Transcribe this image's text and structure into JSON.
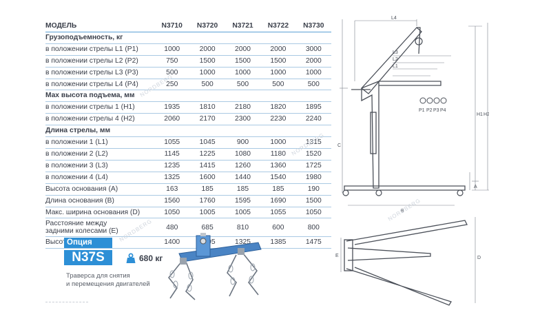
{
  "table": {
    "header": {
      "label": "МОДЕЛЬ",
      "models": [
        "N3710",
        "N3720",
        "N3721",
        "N3722",
        "N3730"
      ]
    },
    "rows": [
      {
        "label": "Грузоподъемность, кг",
        "section": true
      },
      {
        "label": "в положении стрелы L1 (P1)",
        "values": [
          "1000",
          "2000",
          "2000",
          "2000",
          "3000"
        ]
      },
      {
        "label": "в положении стрелы L2 (P2)",
        "values": [
          "750",
          "1500",
          "1500",
          "1500",
          "2000"
        ]
      },
      {
        "label": "в положении стрелы L3 (P3)",
        "values": [
          "500",
          "1000",
          "1000",
          "1000",
          "1000"
        ]
      },
      {
        "label": "в положении стрелы L4 (P4)",
        "values": [
          "250",
          "500",
          "500",
          "500",
          "500"
        ]
      },
      {
        "label": "Max высота подъема, мм",
        "section": true
      },
      {
        "label": "в положении стрелы 1 (H1)",
        "values": [
          "1935",
          "1810",
          "2180",
          "1820",
          "1895"
        ]
      },
      {
        "label": "в положении стрелы 4 (H2)",
        "values": [
          "2060",
          "2170",
          "2300",
          "2230",
          "2240"
        ]
      },
      {
        "label": "Длина стрелы, мм",
        "section": true
      },
      {
        "label": "в положении 1 (L1)",
        "values": [
          "1055",
          "1045",
          "900",
          "1000",
          "1315"
        ]
      },
      {
        "label": "в положении 2 (L2)",
        "values": [
          "1145",
          "1225",
          "1080",
          "1180",
          "1520"
        ]
      },
      {
        "label": "в положении 3 (L3)",
        "values": [
          "1235",
          "1415",
          "1260",
          "1360",
          "1725"
        ]
      },
      {
        "label": "в положении 4 (L4)",
        "values": [
          "1325",
          "1600",
          "1440",
          "1540",
          "1980"
        ]
      },
      {
        "label": "Высота основания (A)",
        "values": [
          "163",
          "185",
          "185",
          "185",
          "190"
        ]
      },
      {
        "label": "Длина основания (B)",
        "values": [
          "1560",
          "1760",
          "1595",
          "1690",
          "1500"
        ]
      },
      {
        "label": "Макс. ширина основания (D)",
        "values": [
          "1050",
          "1005",
          "1005",
          "1055",
          "1050"
        ]
      },
      {
        "label": "Расстояние между задними колесами (E)",
        "label_line1": "Расстояние между",
        "label_line2": "задними колесами (E)",
        "values": [
          "480",
          "685",
          "810",
          "600",
          "800"
        ],
        "tall": true
      },
      {
        "label": "Высота крана (C)",
        "values": [
          "1400",
          "1395",
          "1325",
          "1385",
          "1475"
        ]
      }
    ]
  },
  "option": {
    "badge": "Опция",
    "model": "N37S",
    "weight": "680 кг",
    "caption_line1": "Траверса для снятия",
    "caption_line2": "и перемещения двигателей"
  },
  "diagram_labels": {
    "L4": "L4",
    "L3": "L3",
    "L2": "L2",
    "L1": "L1",
    "H1": "H1",
    "H2": "H2",
    "C": "C",
    "A": "A",
    "B": "B",
    "D": "D",
    "E": "E",
    "P1": "P1",
    "P2": "P2",
    "P3": "P3",
    "P4": "P4"
  },
  "watermark": "NORDBERG",
  "colors": {
    "accent": "#2d8fd6",
    "row_line": "#a9c9e3",
    "drawing": "#4a4f58",
    "dimension": "#7a8089"
  }
}
